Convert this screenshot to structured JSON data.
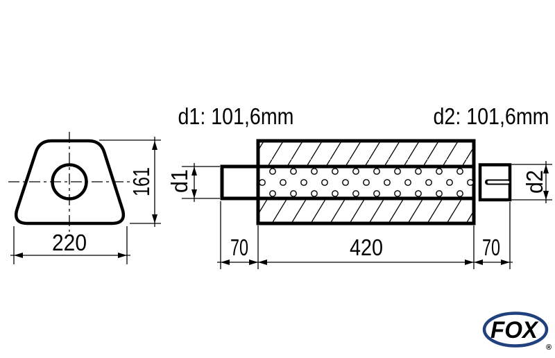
{
  "front_view": {
    "width": "220",
    "height": "161"
  },
  "side_view": {
    "d1_dimension": "d1: 101,6mm",
    "d2_dimension": "d2: 101,6mm",
    "d1_label": "d1",
    "d2_label": "d2",
    "inlet_length": "70",
    "body_length": "420",
    "outlet_length": "70"
  },
  "logo": {
    "text": "FOX",
    "registered": "®",
    "color": "#20417e"
  },
  "colors": {
    "line": "#000000",
    "background": "#ffffff"
  }
}
